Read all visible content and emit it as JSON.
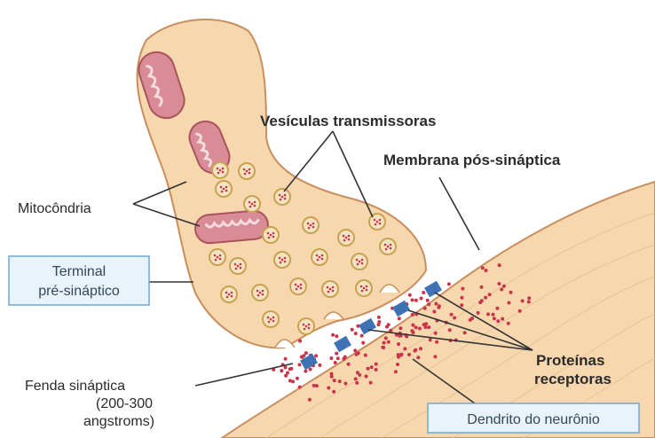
{
  "labels": {
    "vesicles": "Vesículas transmissoras",
    "membrane": "Membrana pós-sináptica",
    "mitochondria": "Mitocôndria",
    "terminal_line1": "Terminal",
    "terminal_line2": "pré-sináptico",
    "proteins_line1": "Proteínas",
    "proteins_line2": "receptoras",
    "cleft_line1": "Fenda sináptica",
    "cleft_line2": "(200-300",
    "cleft_line3": "angstroms)",
    "dendrite": "Dendrito do neurônio"
  },
  "colors": {
    "cell_fill": "#f6d7ae",
    "cell_stroke": "#c98e5e",
    "mito_fill": "#d98c95",
    "mito_stroke": "#a9545c",
    "vesicle_ring": "#c9a24f",
    "vesicle_dot": "#c8354a",
    "receptor": "#3f72b4",
    "box_border": "#6fa7d6",
    "box_fill": "#e8f3fb"
  }
}
